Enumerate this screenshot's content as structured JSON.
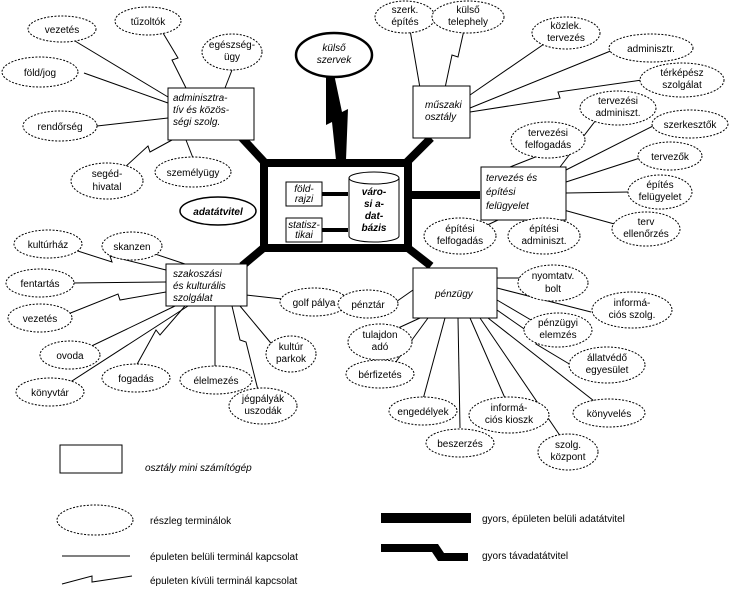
{
  "departments": {
    "admin": [
      "adminisztra-",
      "tív és közös-",
      "ségi szolg."
    ],
    "technical": [
      "műszaki",
      "osztály"
    ],
    "planning": [
      "tervezés és",
      "építési",
      "felügyelet"
    ],
    "culture": [
      "szakoszási",
      "és kulturális",
      "szolgálat"
    ],
    "finance": [
      "pénzügy"
    ]
  },
  "center": {
    "database": [
      "váro-",
      "si a-",
      "dat-",
      "bázis"
    ],
    "geo": [
      "föld-",
      "rajzi"
    ],
    "stat": [
      "statisz-",
      "tikai"
    ],
    "transfer": [
      "adatátvitel"
    ],
    "external": [
      "külső",
      "szervek"
    ]
  },
  "terminals": {
    "vezetes_top": [
      "vezetés"
    ],
    "tuzoltok": [
      "tűzoltók"
    ],
    "egeszsegugy": [
      "egészség-",
      "ügy"
    ],
    "foldjog": [
      "föld/jog"
    ],
    "rendorseg": [
      "rendőrség"
    ],
    "szemelyugy": [
      "személyügy"
    ],
    "segedhivatal": [
      "segéd-",
      "hivatal"
    ],
    "szerk_epites": [
      "szerk.",
      "építés"
    ],
    "kulso_telephely": [
      "külső",
      "telephely"
    ],
    "kozlek_tervezes": [
      "közlek.",
      "tervezés"
    ],
    "adminisztr": [
      "adminisztr."
    ],
    "terkepesz": [
      "térképész",
      "szolgálat"
    ],
    "tervezesi_adminiszt": [
      "tervezési",
      "adminiszt."
    ],
    "szerkesztok": [
      "szerkesztők"
    ],
    "tervezesi_felfogadas": [
      "tervezési",
      "felfogadás"
    ],
    "tervezok": [
      "tervezők"
    ],
    "epites_felugyelet": [
      "építés",
      "felügyelet"
    ],
    "terv_ellenorzes": [
      "terv",
      "ellenőrzés"
    ],
    "epitesi_felfogadas": [
      "építési",
      "felfogadás"
    ],
    "epitesi_adminiszt": [
      "építési",
      "adminiszt."
    ],
    "kulturhaz": [
      "kultúrház"
    ],
    "skanzen": [
      "skanzen"
    ],
    "fentartas": [
      "fentartás"
    ],
    "vezetes_cult": [
      "vezetés"
    ],
    "ovoda": [
      "ovoda"
    ],
    "fogadas": [
      "fogadás"
    ],
    "konyvtar": [
      "könyvtár"
    ],
    "elelmezes": [
      "élelmezés"
    ],
    "golf_palya": [
      "golf pálya"
    ],
    "kultur_parkok": [
      "kultúr",
      "parkok"
    ],
    "jegpalyak": [
      "jégpályák",
      "uszodák"
    ],
    "penztar": [
      "pénztár"
    ],
    "nyomtatv_bolt": [
      "nyomtatv.",
      "bolt"
    ],
    "informacios_szolg": [
      "informá-",
      "ciós szolg."
    ],
    "penzugyi_elemzes": [
      "pénzügyi",
      "elemzés"
    ],
    "allatvedo": [
      "állatvédő",
      "egyesület"
    ],
    "tulajdon_ado": [
      "tulajdon",
      "adó"
    ],
    "berfizetes": [
      "bérfizetés"
    ],
    "engedelyek": [
      "engedélyek"
    ],
    "informacios_kioszk": [
      "informá-",
      "ciós kioszk"
    ],
    "konyveles": [
      "könyvelés"
    ],
    "beszerzes": [
      "beszerzés"
    ],
    "szolg_kozpont": [
      "szolg.",
      "központ"
    ]
  },
  "legend": {
    "mini_computer": "osztály mini számítógép",
    "terminals": "részleg terminálok",
    "internal_connection": "épuleten belüli terminál kapcsolat",
    "external_connection": "épuleten kívüli terminál kapcsolat",
    "fast_internal": "gyors, épületen belüli adatátvitel",
    "fast_remote": "gyors távadatátvitel"
  }
}
